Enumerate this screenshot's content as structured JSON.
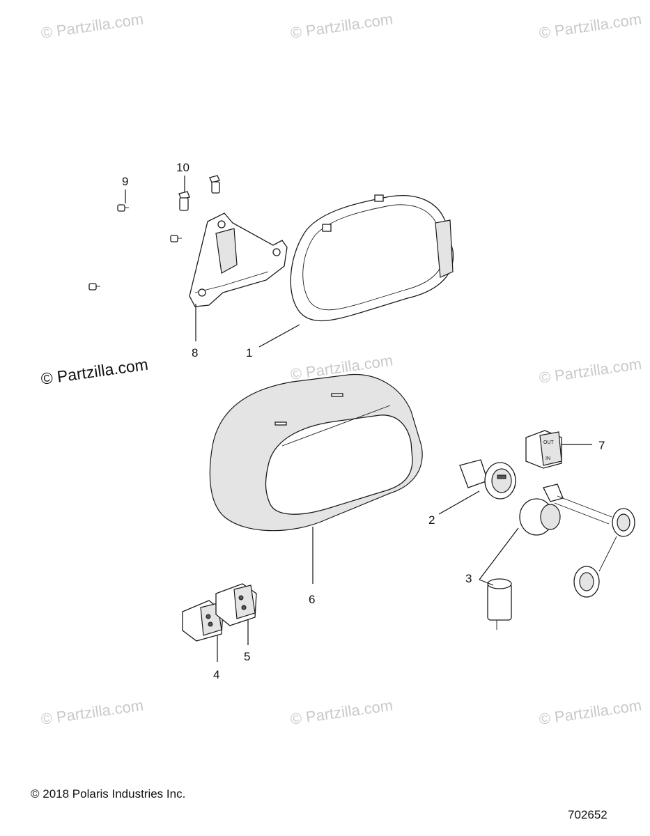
{
  "watermark": {
    "text": "© Partzilla.com",
    "main_text": "© Partzilla.com"
  },
  "callouts": {
    "c1": "1",
    "c2": "2",
    "c3": "3",
    "c4": "4",
    "c5": "5",
    "c6": "6",
    "c7": "7",
    "c8": "8",
    "c9": "9",
    "c10": "10"
  },
  "switch_labels": {
    "out": "OUT",
    "in": "IN"
  },
  "footer": {
    "copyright": "© 2018 Polaris Industries Inc.",
    "diagram_number": "702652"
  },
  "colors": {
    "line": "#1a1a1a",
    "watermark": "#c9c9c9",
    "shade": "#e4e4e4"
  }
}
